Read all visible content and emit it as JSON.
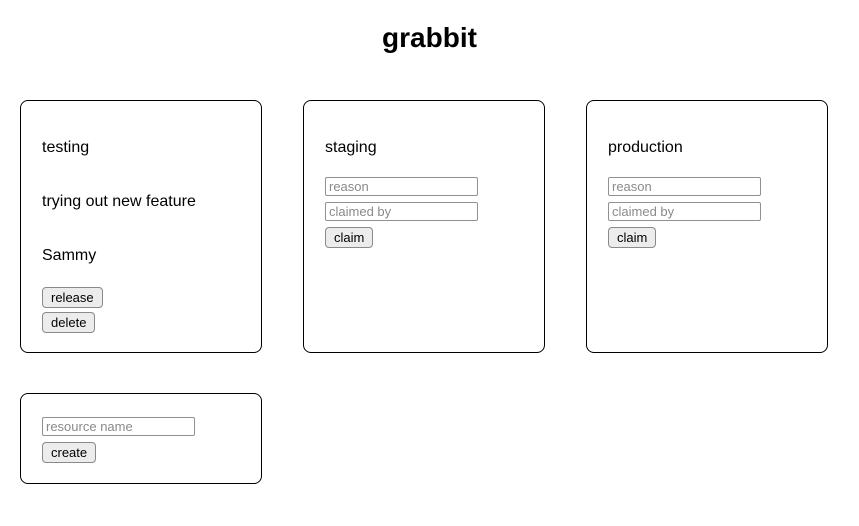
{
  "app": {
    "title": "grabbit"
  },
  "colors": {
    "text": "#000000",
    "card_border": "#000000",
    "button_bg": "#ececec",
    "button_border": "#8a8a8a",
    "input_border": "#919191",
    "placeholder": "#8a8a8a"
  },
  "resources": [
    {
      "name": "testing",
      "reason": "trying out new feature",
      "claimed_by": "Sammy",
      "release_label": "release",
      "delete_label": "delete"
    },
    {
      "name": "staging",
      "reason_placeholder": "reason",
      "claimed_by_placeholder": "claimed by",
      "claim_label": "claim"
    },
    {
      "name": "production",
      "reason_placeholder": "reason",
      "claimed_by_placeholder": "claimed by",
      "claim_label": "claim"
    }
  ],
  "create_form": {
    "name_placeholder": "resource name",
    "create_label": "create"
  }
}
